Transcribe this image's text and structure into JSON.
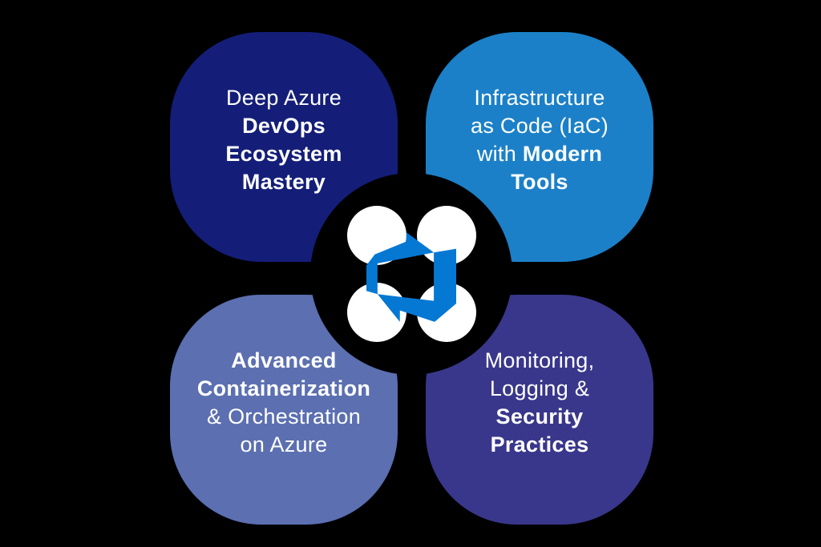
{
  "background_color": "#000000",
  "text_color": "#FFFFFF",
  "hub": {
    "icon": "azure-devops-icon",
    "icon_color": "#0578D3",
    "petal_color": "#FFFFFF",
    "ring_color": "#000000"
  },
  "quadrants": {
    "top_left": {
      "color": "#141E78",
      "line1": "Deep Azure",
      "line2": "DevOps",
      "line3": "Ecosystem",
      "line4": "Mastery"
    },
    "top_right": {
      "color": "#1B80C8",
      "line1": "Infrastructure",
      "line2": "as Code (IaC)",
      "line3_regular": "with ",
      "line3_bold": "Modern",
      "line4": "Tools"
    },
    "bottom_left": {
      "color": "#5B6FB1",
      "line1": "Advanced",
      "line2": "Containerization",
      "line3": "& Orchestration",
      "line4": "on Azure"
    },
    "bottom_right": {
      "color": "#39378B",
      "line1": "Monitoring,",
      "line2": "Logging &",
      "line3": "Security",
      "line4": "Practices"
    }
  }
}
